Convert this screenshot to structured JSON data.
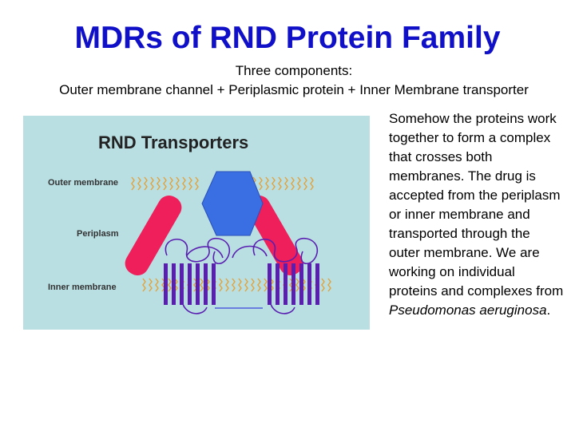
{
  "slide": {
    "title": "MDRs of RND Protein Family",
    "subtitle_line1": "Three components:",
    "subtitle_line2": "Outer membrane channel + Periplasmic protein + Inner Membrane transporter"
  },
  "diagram": {
    "heading": "RND Transporters",
    "labels": {
      "outer": "Outer membrane",
      "periplasm": "Periplasm",
      "inner": "Inner membrane"
    },
    "colors": {
      "background": "#b9dfe3",
      "channel": "#3a6fe3",
      "periplasmic_protein": "#ee1f5a",
      "transporter": "#5a1fb0",
      "lipid": "#e3a23a"
    }
  },
  "body_text": {
    "main": "Somehow the proteins work together to form a complex that crosses both membranes.  The drug is accepted from the periplasm or inner membrane and transported through the outer membrane. We are working on individual proteins and complexes from ",
    "species": "Pseudomonas aeruginosa",
    "end": "."
  }
}
